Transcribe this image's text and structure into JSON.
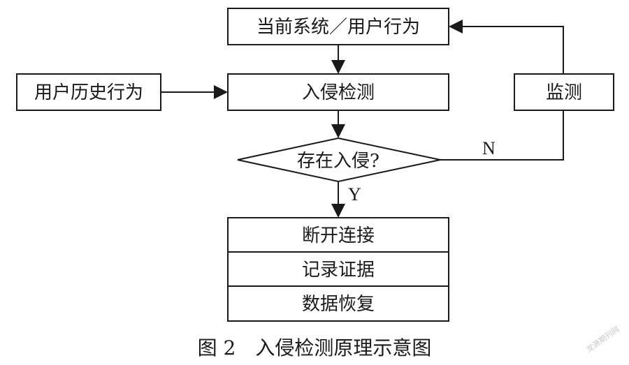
{
  "nodes": {
    "current_behavior": "当前系统／用户行为",
    "user_history": "用户历史行为",
    "intrusion_detection": "入侵检测",
    "monitor": "监测",
    "decision": "存在入侵?",
    "disconnect": "断开连接",
    "record_evidence": "记录证据",
    "data_recovery": "数据恢复"
  },
  "edges": {
    "yes_label": "Y",
    "no_label": "N"
  },
  "caption": "图 2　入侵检测原理示意图",
  "watermark": "龙源期刊网"
}
